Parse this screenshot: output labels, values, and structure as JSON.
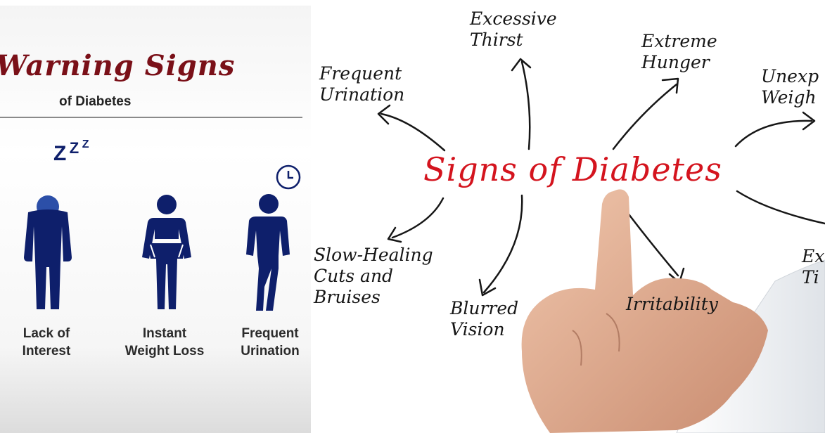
{
  "left_panel": {
    "title": "Warning Signs",
    "subtitle": "of Diabetes",
    "zzz_glyphs": [
      "Z",
      "Z",
      "Z"
    ],
    "figures": [
      {
        "caption_line1": "Lack of",
        "caption_line2": "Interest",
        "icon": "sleepy-person-icon"
      },
      {
        "caption_line1": "Instant",
        "caption_line2": "Weight Loss",
        "icon": "baggy-pants-person-icon"
      },
      {
        "caption_line1": "Frequent",
        "caption_line2": "Urination",
        "icon": "crossed-legs-person-icon"
      }
    ],
    "colors": {
      "title": "#7a1018",
      "figure": "#0e1f6b",
      "text": "#2b2b2b"
    }
  },
  "right_panel": {
    "center_title": "Signs of Diabetes",
    "labels": {
      "excessive_thirst": [
        "Excessive",
        "Thirst"
      ],
      "extreme_hunger": [
        "Extreme",
        "Hunger"
      ],
      "frequent_urination": [
        "Frequent",
        "Urination"
      ],
      "unexplained_weight": [
        "Unexp",
        "Weigh"
      ],
      "slow_healing": [
        "Slow-Healing",
        "Cuts and",
        "Bruises"
      ],
      "blurred_vision": [
        "Blurred",
        "Vision"
      ],
      "irritability": [
        "Irritability"
      ],
      "extreme_tiredness": [
        "Ex",
        "Ti"
      ]
    },
    "colors": {
      "title": "#d4141e",
      "ink": "#161616",
      "skin": "#e8b598"
    }
  }
}
